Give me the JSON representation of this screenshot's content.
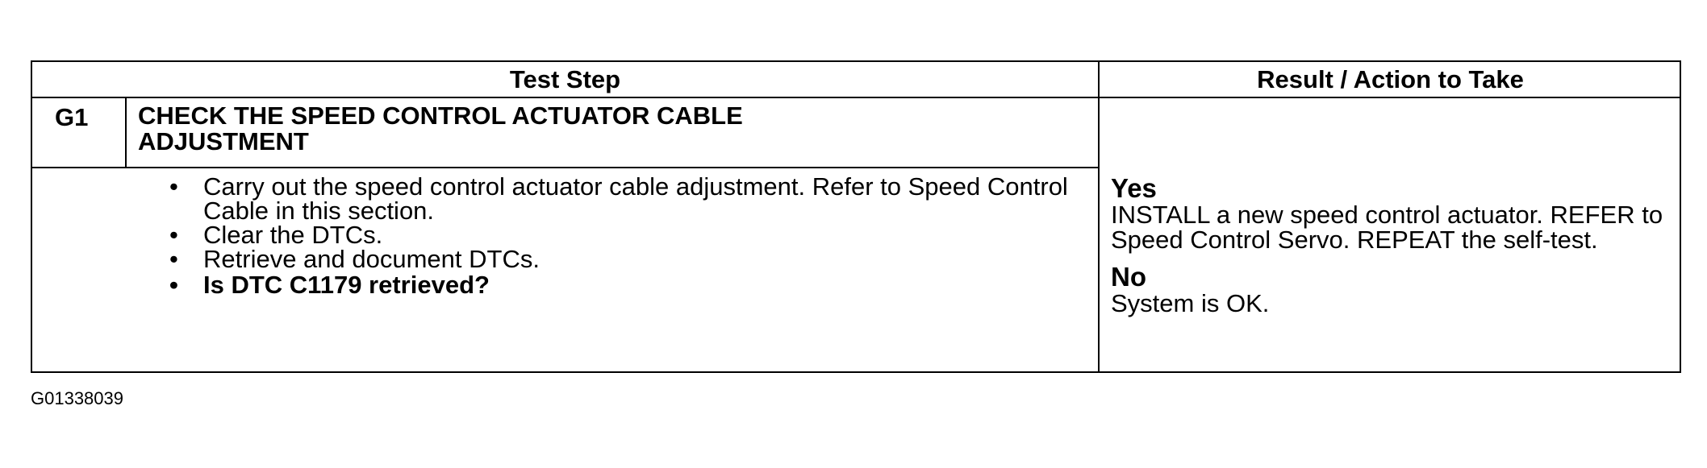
{
  "table": {
    "headers": {
      "test_step": "Test Step",
      "result_action": "Result / Action to Take"
    },
    "step": {
      "id": "G1",
      "title": "CHECK THE SPEED CONTROL ACTUATOR CABLE ADJUSTMENT",
      "bullets": [
        "Carry out the speed control actuator cable adjustment. Refer to Speed Control Cable in this section.",
        "Clear the DTCs.",
        "Retrieve and document DTCs.",
        "Is DTC C1179 retrieved?"
      ],
      "bullet_glyph": "•"
    },
    "results": {
      "yes": {
        "label": "Yes",
        "text": "INSTALL a new speed control actuator. REFER to Speed Control Servo. REPEAT the self-test."
      },
      "no": {
        "label": "No",
        "text": "System is OK."
      }
    }
  },
  "caption": "G01338039"
}
